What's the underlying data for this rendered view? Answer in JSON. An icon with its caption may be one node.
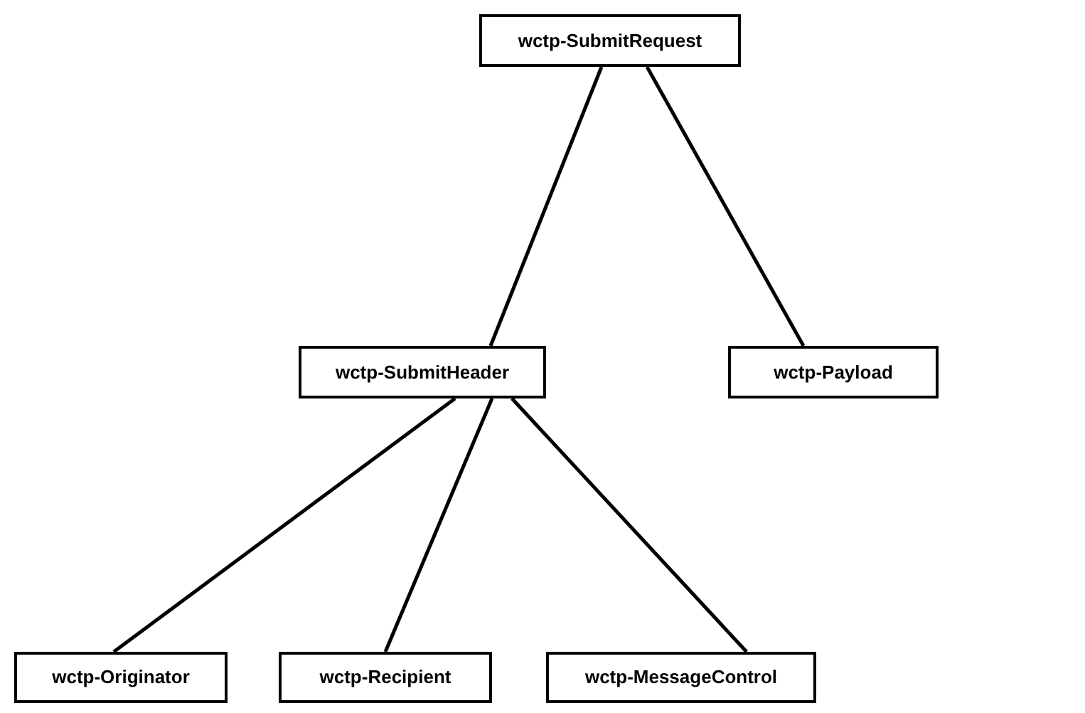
{
  "diagram": {
    "nodes": [
      {
        "text": [
          "wctp-SubmitRequest"
        ]
      },
      {
        "text": [
          "wctp-SubmitHeader"
        ]
      },
      {
        "text": [
          "wctp-Payload"
        ]
      },
      {
        "text": [
          "wctp-Originator"
        ]
      },
      {
        "text": [
          "wctp-Recipient"
        ]
      },
      {
        "text": [
          "wctp-MessageControl"
        ]
      }
    ],
    "edges": [
      {
        "from": 0,
        "to": 1,
        "arrow": "none"
      },
      {
        "from": 0,
        "to": 2,
        "arrow": "none"
      },
      {
        "from": 1,
        "to": 3,
        "arrow": "none"
      },
      {
        "from": 1,
        "to": 4,
        "arrow": "none"
      },
      {
        "from": 1,
        "to": 5,
        "arrow": "none"
      }
    ]
  }
}
